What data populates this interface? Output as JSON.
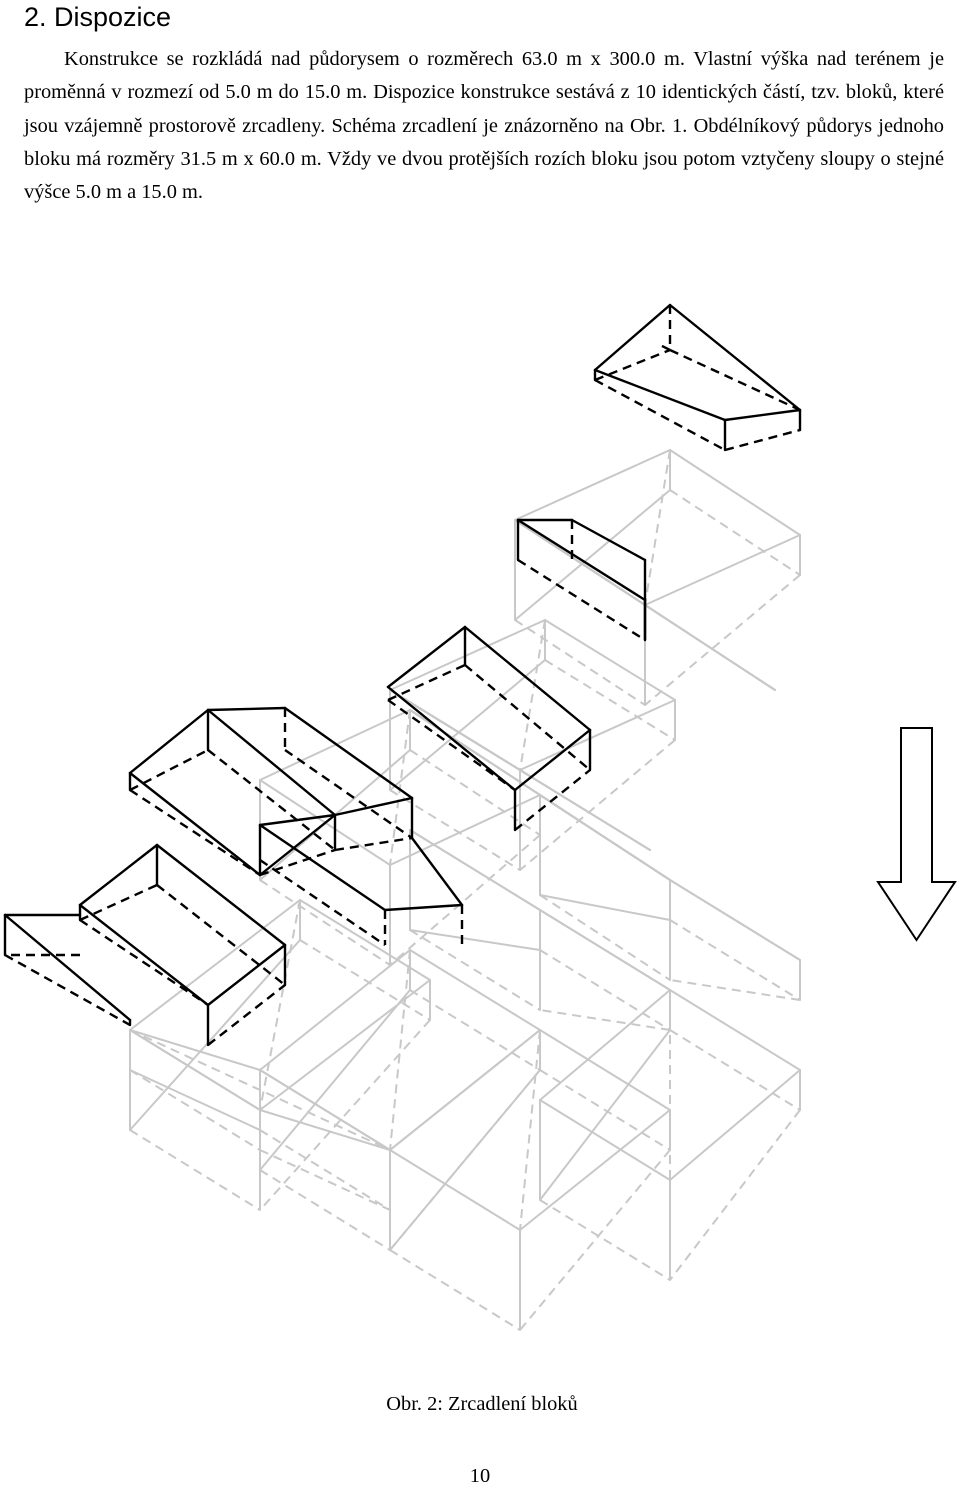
{
  "document": {
    "heading": "2. Dispozice",
    "paragraph": "Konstrukce se rozkládá nad půdorysem o rozměrech 63.0 m x 300.0 m. Vlastní výška nad terénem je proměnná v rozmezí od 5.0 m do 15.0 m. Dispozice konstrukce sestává z 10 identických částí, tzv. bloků, které jsou vzájemně prostorově zrcadleny. Schéma zrcadlení je znázorněno na Obr. 1. Obdélníkový půdorys jednoho bloku má rozměry 31.5 m x 60.0 m. Vždy ve dvou protějších rozích bloku jsou potom vztyčeny sloupy o stejné výšce 5.0 m a 15.0 m.",
    "figure_caption": "Obr. 2: Zrcadlení bloků",
    "page_number": "10"
  },
  "figure": {
    "description_free": true,
    "colors": {
      "highlighted_block": "#000000",
      "ghost_block": "#c8c8c8",
      "arrow": "#000000"
    },
    "arrow_icon": "down-arrow-outline"
  }
}
